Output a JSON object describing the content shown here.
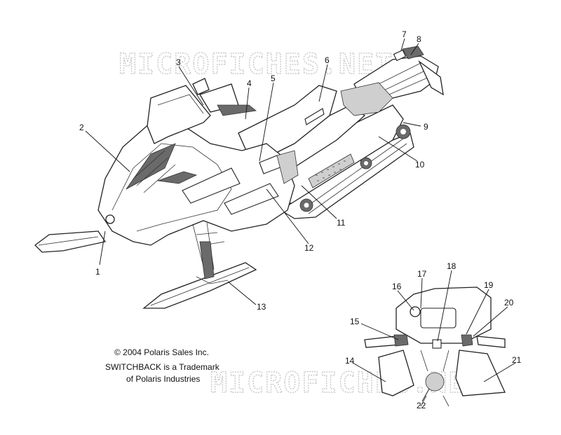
{
  "watermark": "MICROFICHES.NET",
  "copyright": "© 2004 Polaris Sales Inc.",
  "trademark_line1": "SWITCHBACK is a Trademark",
  "trademark_line2": "of Polaris Industries",
  "callouts": [
    "1",
    "2",
    "3",
    "4",
    "5",
    "6",
    "7",
    "8",
    "9",
    "10",
    "11",
    "12",
    "13",
    "14",
    "15",
    "16",
    "17",
    "18",
    "19",
    "20",
    "21",
    "22"
  ]
}
